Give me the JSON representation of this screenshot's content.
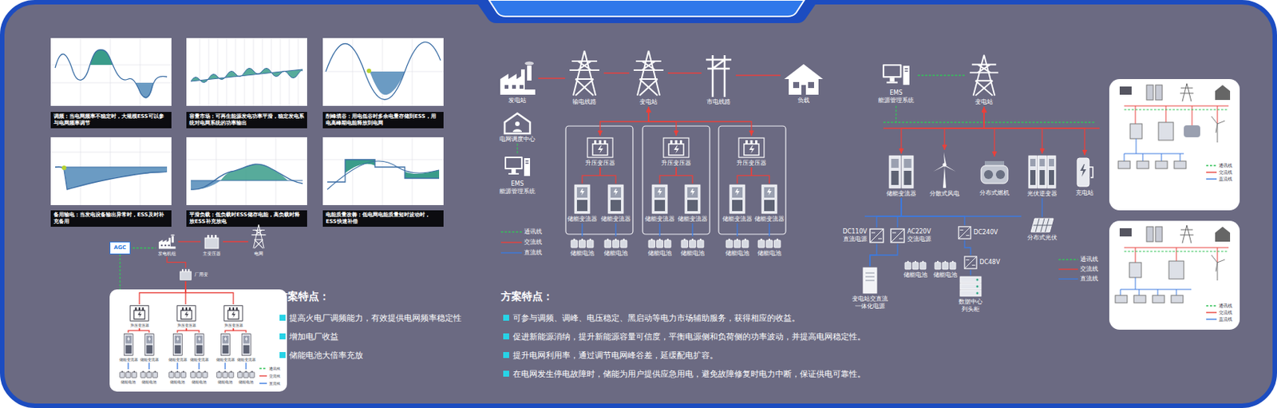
{
  "diagram": {
    "nodes": [
      {
        "text": [
          "调频：当电网频率不稳定时，大规模ESS可以参与电网频率调节"
        ]
      },
      {
        "text": [
          "容量市场：可再生能源发电功率平滑，稳定发电系统对电网系统的功率输出"
        ]
      },
      {
        "text": [
          "削峰填谷：用电低谷时多余电量存储到ESS，用电高峰期电能释放到电网"
        ]
      },
      {
        "text": [
          "备用输电：当发电设备输出异常时，ESS及时补充备用"
        ]
      },
      {
        "text": [
          "平滑负载：低负载时ESS储存电能，高负载时释放ESS补充放电"
        ]
      },
      {
        "text": [
          "电能质量改善：低电网电能质量短时波动时，ESS快速补偿"
        ]
      },
      {
        "text": [
          "AGC"
        ]
      },
      {
        "text": [
          "发电机组"
        ]
      },
      {
        "text": [
          "主变压器"
        ]
      },
      {
        "text": [
          "电网"
        ]
      },
      {
        "text": [
          "厂用变"
        ]
      },
      {
        "text": [
          "升压变压器"
        ]
      },
      {
        "text": [
          "升压变压器"
        ]
      },
      {
        "text": [
          "升压变压器"
        ]
      },
      {
        "text": [
          "储能变流器"
        ]
      },
      {
        "text": [
          "储能变流器"
        ]
      },
      {
        "text": [
          "储能变流器"
        ]
      },
      {
        "text": [
          "储能变流器"
        ]
      },
      {
        "text": [
          "储能变流器"
        ]
      },
      {
        "text": [
          "储能变流器"
        ]
      },
      {
        "text": [
          "储能电池"
        ]
      },
      {
        "text": [
          "储能电池"
        ]
      },
      {
        "text": [
          "储能电池"
        ]
      },
      {
        "text": [
          "储能电池"
        ]
      },
      {
        "text": [
          "储能电池"
        ]
      },
      {
        "text": [
          "储能电池"
        ]
      },
      {
        "text": [
          "发电站"
        ]
      },
      {
        "text": [
          "输电线路"
        ]
      },
      {
        "text": [
          "变电站"
        ]
      },
      {
        "text": [
          "市电线路"
        ]
      },
      {
        "text": [
          "负载"
        ]
      },
      {
        "text": [
          "电网调度中心"
        ]
      },
      {
        "text": [
          "EMS 能源管理系统"
        ]
      },
      {
        "text": [
          "升压变压器"
        ]
      },
      {
        "text": [
          "升压变压器"
        ]
      },
      {
        "text": [
          "升压变压器"
        ]
      },
      {
        "text": [
          "储能变流器"
        ]
      },
      {
        "text": [
          "储能变流器"
        ]
      },
      {
        "text": [
          "储能变流器"
        ]
      },
      {
        "text": [
          "储能变流器"
        ]
      },
      {
        "text": [
          "储能变流器"
        ]
      },
      {
        "text": [
          "储能变流器"
        ]
      },
      {
        "text": [
          "储能电池"
        ]
      },
      {
        "text": [
          "储能电池"
        ]
      },
      {
        "text": [
          "储能电池"
        ]
      },
      {
        "text": [
          "储能电池"
        ]
      },
      {
        "text": [
          "储能电池"
        ]
      },
      {
        "text": [
          "储能电池"
        ]
      },
      {
        "text": [
          "EMS 能源管理系统"
        ]
      },
      {
        "text": [
          "变电站"
        ]
      },
      {
        "text": [
          "储能变流器"
        ]
      },
      {
        "text": [
          "分散式风电"
        ]
      },
      {
        "text": [
          "分布式燃机"
        ]
      },
      {
        "text": [
          "光伏逆变器"
        ]
      },
      {
        "text": [
          "充电站"
        ]
      },
      {
        "text": [
          "分布式光伏"
        ]
      },
      {
        "text": [
          "DC110V 直流电源"
        ]
      },
      {
        "text": [
          "AC220V 交流电源"
        ]
      },
      {
        "text": [
          "DC240V"
        ]
      },
      {
        "text": [
          "DC48V"
        ]
      },
      {
        "text": [
          "储能电池"
        ]
      },
      {
        "text": [
          "储能电池"
        ]
      },
      {
        "text": [
          "变电站交直流一体化电源"
        ]
      },
      {
        "text": [
          "数据中心 列头柜"
        ]
      }
    ],
    "edges": [
      {
        "from": 6,
        "to": 7,
        "arrow": "none"
      },
      {
        "from": 7,
        "to": 8,
        "arrow": "none"
      },
      {
        "from": 8,
        "to": 9,
        "arrow": "none"
      },
      {
        "from": 7,
        "to": 10,
        "arrow": "none"
      },
      {
        "from": 10,
        "to": 11,
        "arrow": "none"
      },
      {
        "from": 10,
        "to": 12,
        "arrow": "none"
      },
      {
        "from": 10,
        "to": 13,
        "arrow": "none"
      },
      {
        "from": 11,
        "to": 14,
        "arrow": "none"
      },
      {
        "from": 11,
        "to": 15,
        "arrow": "none"
      },
      {
        "from": 12,
        "to": 16,
        "arrow": "none"
      },
      {
        "from": 12,
        "to": 17,
        "arrow": "none"
      },
      {
        "from": 13,
        "to": 18,
        "arrow": "none"
      },
      {
        "from": 13,
        "to": 19,
        "arrow": "none"
      },
      {
        "from": 14,
        "to": 20,
        "arrow": "none"
      },
      {
        "from": 15,
        "to": 21,
        "arrow": "none"
      },
      {
        "from": 16,
        "to": 22,
        "arrow": "none"
      },
      {
        "from": 17,
        "to": 23,
        "arrow": "none"
      },
      {
        "from": 18,
        "to": 24,
        "arrow": "none"
      },
      {
        "from": 19,
        "to": 25,
        "arrow": "none"
      },
      {
        "from": 26,
        "to": 27,
        "arrow": "none"
      },
      {
        "from": 27,
        "to": 28,
        "arrow": "none"
      },
      {
        "from": 28,
        "to": 29,
        "arrow": "none"
      },
      {
        "from": 29,
        "to": 30,
        "arrow": "none"
      },
      {
        "from": 31,
        "to": 32,
        "arrow": "none"
      },
      {
        "from": 28,
        "to": 33,
        "arrow": "both"
      },
      {
        "from": 28,
        "to": 34,
        "arrow": "both"
      },
      {
        "from": 28,
        "to": 35,
        "arrow": "both"
      },
      {
        "from": 33,
        "to": 36,
        "arrow": "none"
      },
      {
        "from": 33,
        "to": 37,
        "arrow": "none"
      },
      {
        "from": 34,
        "to": 38,
        "arrow": "none"
      },
      {
        "from": 34,
        "to": 39,
        "arrow": "none"
      },
      {
        "from": 35,
        "to": 40,
        "arrow": "none"
      },
      {
        "from": 35,
        "to": 41,
        "arrow": "none"
      },
      {
        "from": 36,
        "to": 42,
        "arrow": "none"
      },
      {
        "from": 37,
        "to": 43,
        "arrow": "none"
      },
      {
        "from": 38,
        "to": 44,
        "arrow": "none"
      },
      {
        "from": 39,
        "to": 45,
        "arrow": "none"
      },
      {
        "from": 40,
        "to": 46,
        "arrow": "none"
      },
      {
        "from": 41,
        "to": 47,
        "arrow": "none"
      },
      {
        "from": 48,
        "to": 49,
        "arrow": "none"
      },
      {
        "from": 49,
        "to": 50,
        "arrow": "both"
      },
      {
        "from": 49,
        "to": 51,
        "arrow": "both"
      },
      {
        "from": 49,
        "to": 52,
        "arrow": "both"
      },
      {
        "from": 49,
        "to": 53,
        "arrow": "both"
      },
      {
        "from": 49,
        "to": 54,
        "arrow": "both"
      },
      {
        "from": 53,
        "to": 55,
        "arrow": "none"
      },
      {
        "from": 50,
        "to": 56,
        "arrow": "none"
      },
      {
        "from": 50,
        "to": 57,
        "arrow": "none"
      },
      {
        "from": 50,
        "to": 58,
        "arrow": "none"
      },
      {
        "from": 56,
        "to": 62,
        "arrow": "none"
      },
      {
        "from": 57,
        "to": 62,
        "arrow": "none"
      },
      {
        "from": 58,
        "to": 59,
        "arrow": "none"
      },
      {
        "from": 59,
        "to": 63,
        "arrow": "none"
      }
    ],
    "labels": [
      "方案特点：",
      "提高火电厂调频能力，有效提供电网频率稳定性",
      "增加电厂收益",
      "储能电池大倍率充放",
      "方案特点：",
      "可参与调频、调峰、电压稳定、黑启动等电力市场辅助服务，获得相应的收益。",
      "促进新能源消纳，提升新能源容量可信度，平衡电源侧和负荷侧的功率波动，并提高电网稳定性。",
      "提升电网利用率，通过调节电网峰谷差，延缓配电扩容。",
      "在电网发生停电故障时，储能为用户提供应急用电，避免故障修复时电力中断，保证供电可靠性。"
    ],
    "legend": [
      {
        "text": "通讯线"
      },
      {
        "text": "交流线"
      },
      {
        "text": "直流线"
      },
      {
        "text": "通讯线"
      },
      {
        "text": "交流线"
      },
      {
        "text": "直流线"
      },
      {
        "text": "通讯线"
      },
      {
        "text": "交流线"
      },
      {
        "text": "直流线"
      },
      {
        "text": "通讯线"
      },
      {
        "text": "交流线"
      },
      {
        "text": "直流线"
      },
      {
        "text": "通讯线"
      },
      {
        "text": "交流线"
      },
      {
        "text": "直流线"
      }
    ]
  }
}
